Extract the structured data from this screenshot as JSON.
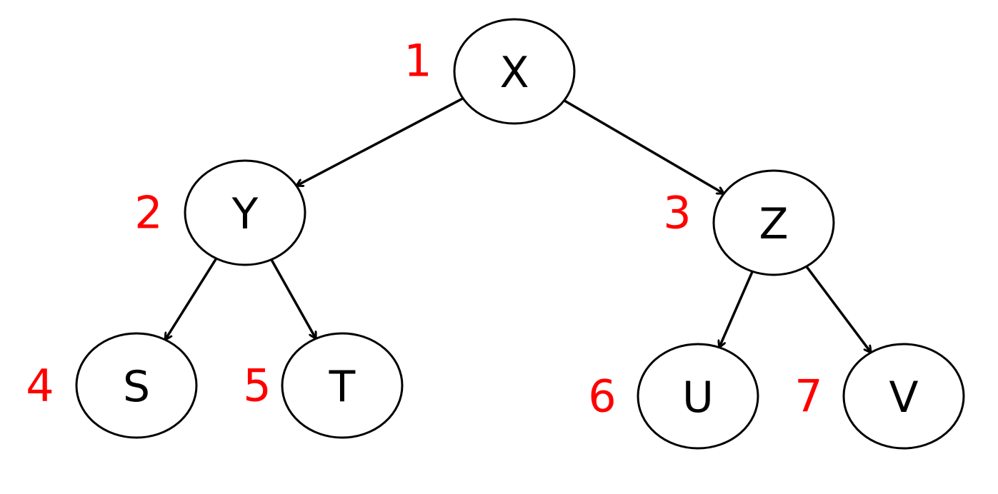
{
  "colors": {
    "node_stroke": "#000000",
    "node_fill": "#ffffff",
    "edge": "#000000",
    "order_label": "#ff0000"
  },
  "nodes": [
    {
      "id": "X",
      "label": "X",
      "order": "1"
    },
    {
      "id": "Y",
      "label": "Y",
      "order": "2"
    },
    {
      "id": "Z",
      "label": "Z",
      "order": "3"
    },
    {
      "id": "S",
      "label": "S",
      "order": "4"
    },
    {
      "id": "T",
      "label": "T",
      "order": "5"
    },
    {
      "id": "U",
      "label": "U",
      "order": "6"
    },
    {
      "id": "V",
      "label": "V",
      "order": "7"
    }
  ],
  "edges": [
    {
      "from": "X",
      "to": "Y"
    },
    {
      "from": "X",
      "to": "Z"
    },
    {
      "from": "Y",
      "to": "S"
    },
    {
      "from": "Y",
      "to": "T"
    },
    {
      "from": "Z",
      "to": "U"
    },
    {
      "from": "Z",
      "to": "V"
    }
  ]
}
